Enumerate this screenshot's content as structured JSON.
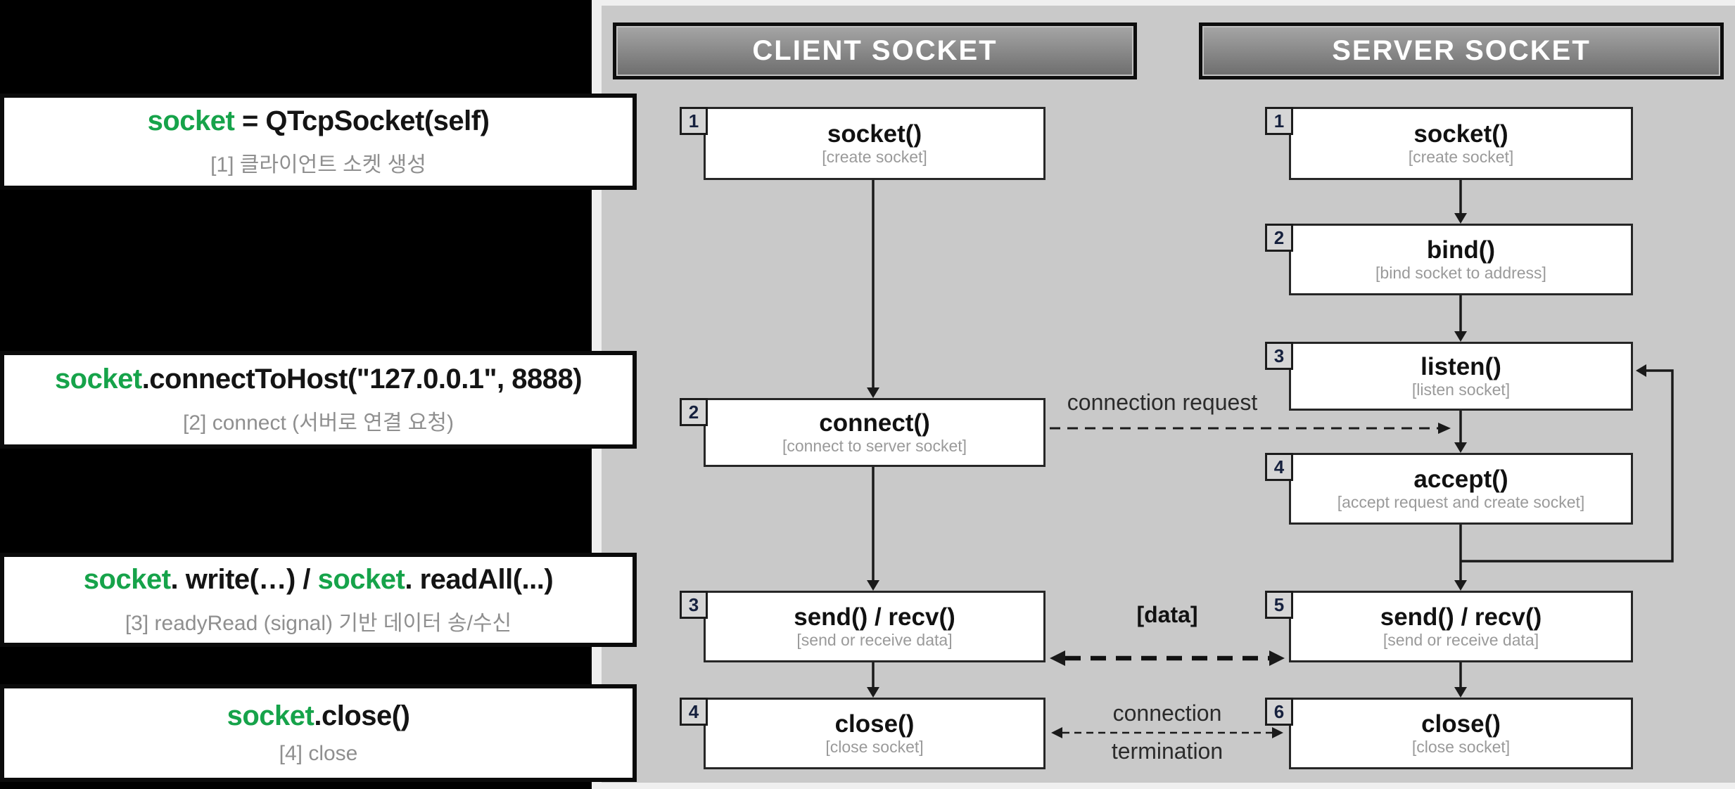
{
  "colors": {
    "accent_green": "#16a34a",
    "panel_gray": "#c9c9c9",
    "note_bg": "#000000",
    "header_text": "#ffffff",
    "caption_gray": "#8f8f8f"
  },
  "left_notes": [
    {
      "segments": [
        {
          "t": "socket",
          "c": "green"
        },
        {
          "t": " = QTcpSocket(self)",
          "c": "dark"
        }
      ],
      "caption": "[1] 클라이언트 소켓 생성"
    },
    {
      "segments": [
        {
          "t": "socket",
          "c": "green"
        },
        {
          "t": ".connectToHost(\"127.0.0.1\", 8888)",
          "c": "dark"
        }
      ],
      "caption": "[2] connect (서버로 연결 요청)"
    },
    {
      "segments": [
        {
          "t": "socket",
          "c": "green"
        },
        {
          "t": ". write(…) / ",
          "c": "dark"
        },
        {
          "t": "socket",
          "c": "green"
        },
        {
          "t": ". readAll(...)",
          "c": "dark"
        }
      ],
      "caption": "[3] readyRead (signal) 기반 데이터 송/수신"
    },
    {
      "segments": [
        {
          "t": "socket",
          "c": "green"
        },
        {
          "t": ".close()",
          "c": "dark"
        }
      ],
      "caption": "[4] close"
    }
  ],
  "client": {
    "header": "CLIENT SOCKET",
    "steps": [
      {
        "num": "1",
        "title": "socket()",
        "subtitle": "[create socket]"
      },
      {
        "num": "2",
        "title": "connect()",
        "subtitle": "[connect to server socket]"
      },
      {
        "num": "3",
        "title": "send() / recv()",
        "subtitle": "[send or receive data]"
      },
      {
        "num": "4",
        "title": "close()",
        "subtitle": "[close socket]"
      }
    ]
  },
  "server": {
    "header": "SERVER SOCKET",
    "steps": [
      {
        "num": "1",
        "title": "socket()",
        "subtitle": "[create socket]"
      },
      {
        "num": "2",
        "title": "bind()",
        "subtitle": "[bind socket to address]"
      },
      {
        "num": "3",
        "title": "listen()",
        "subtitle": "[listen socket]"
      },
      {
        "num": "4",
        "title": "accept()",
        "subtitle": "[accept request and create socket]"
      },
      {
        "num": "5",
        "title": "send() / recv()",
        "subtitle": "[send or receive data]"
      },
      {
        "num": "6",
        "title": "close()",
        "subtitle": "[close socket]"
      }
    ]
  },
  "labels": {
    "connection_request": "connection request",
    "data": "[data]",
    "termination_line1": "connection",
    "termination_line2": "termination"
  }
}
